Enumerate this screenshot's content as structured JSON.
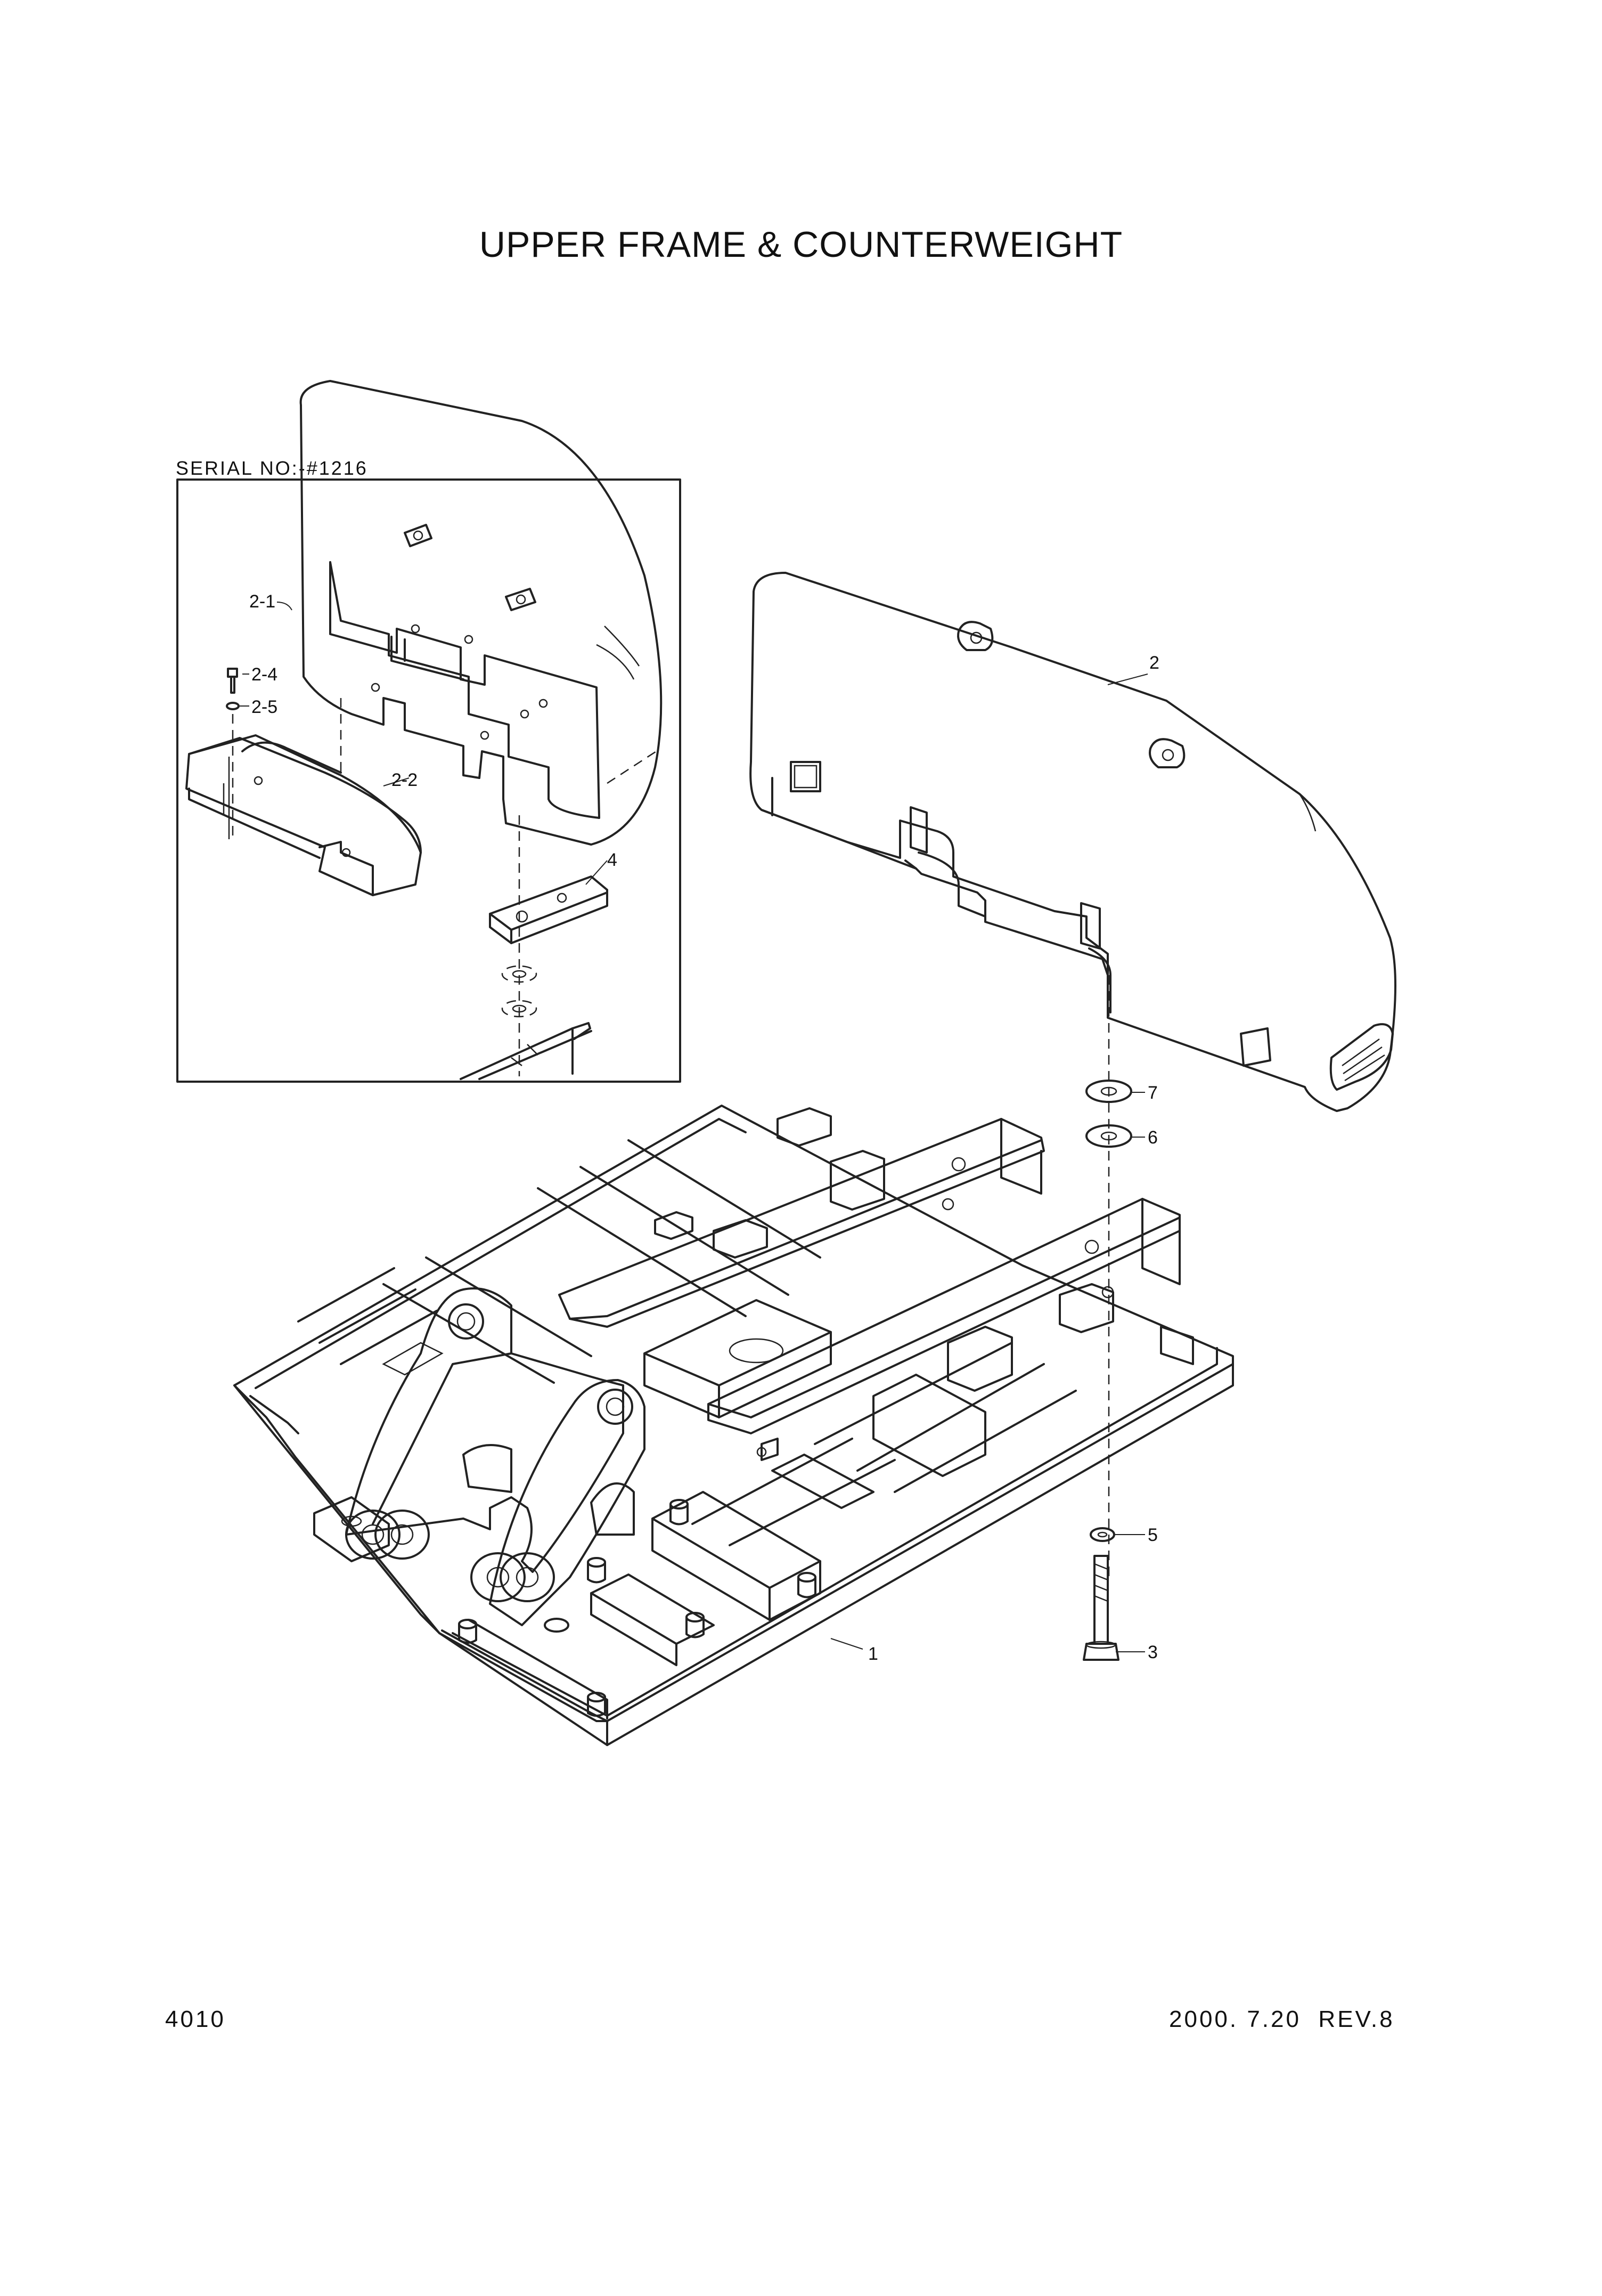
{
  "header": {
    "title": "UPPER FRAME & COUNTERWEIGHT"
  },
  "inset": {
    "serial_label": "SERIAL NO:-#1216"
  },
  "callouts": {
    "c1": "1",
    "c2": "2",
    "c2_1": "2-1",
    "c2_2": "2-2",
    "c2_4": "2-4",
    "c2_5": "2-5",
    "c3": "3",
    "c4": "4",
    "c5": "5",
    "c6": "6",
    "c7": "7"
  },
  "footer": {
    "page_number": "4010",
    "revision": "2000. 7.20  REV.8"
  }
}
